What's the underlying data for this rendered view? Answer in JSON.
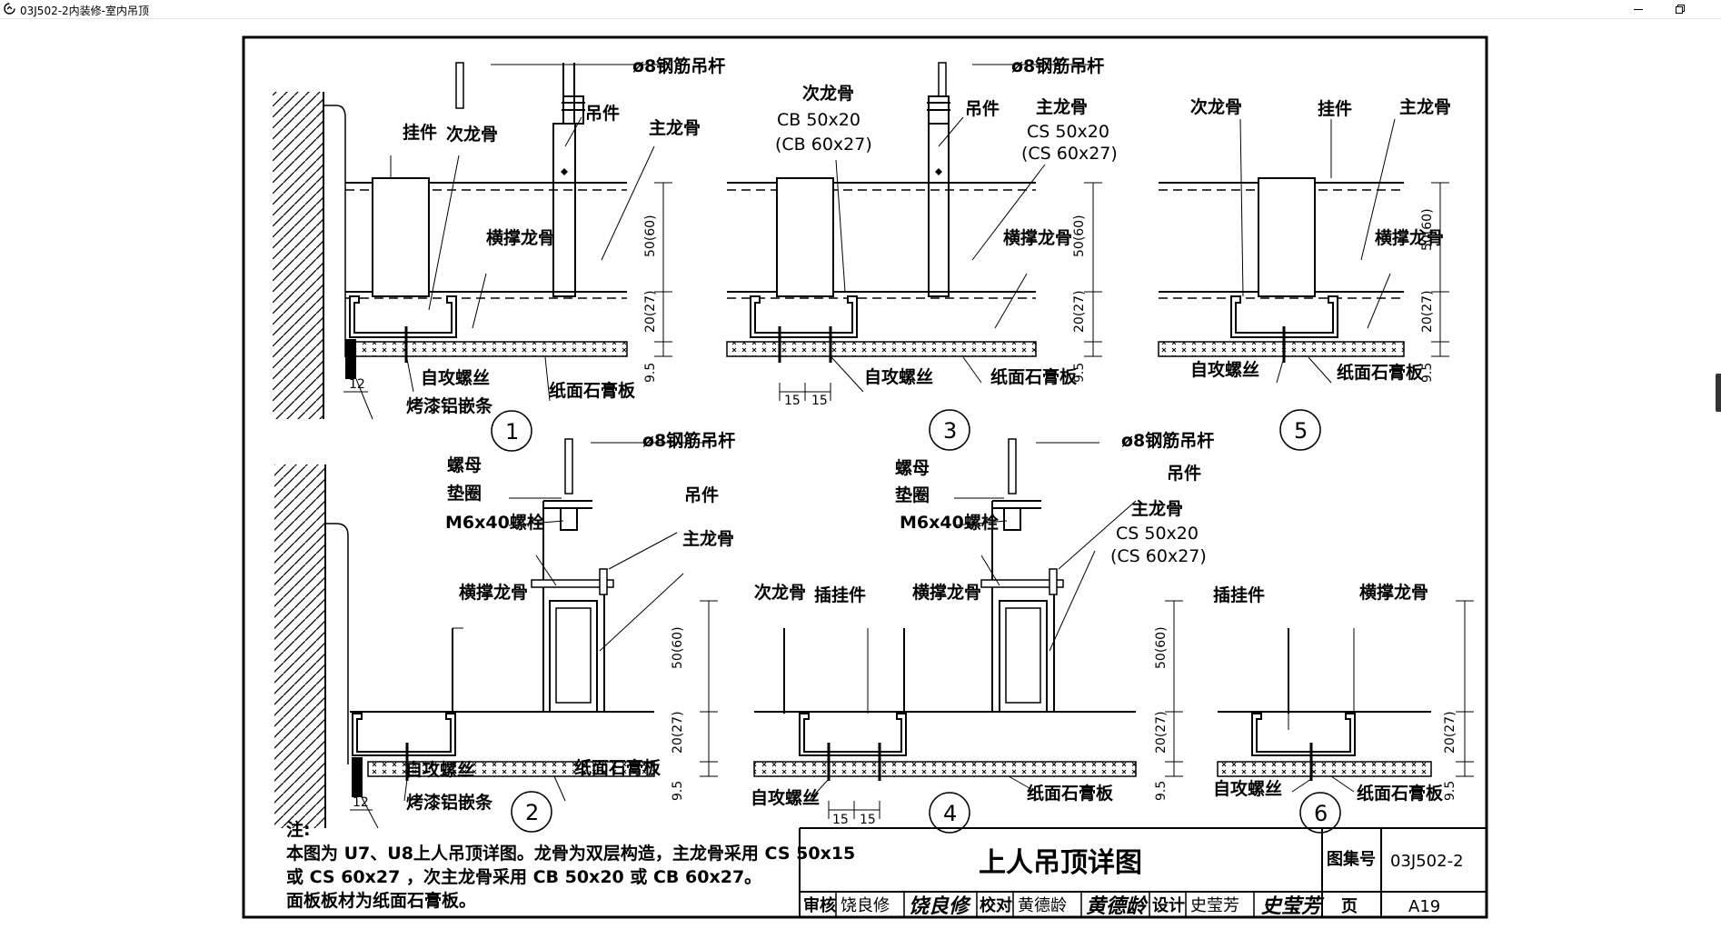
{
  "window": {
    "title": "03J502-2内装修-室内吊顶",
    "icon": "pdf-viewer-icon"
  },
  "labels": {
    "rod": "ø8钢筋吊杆",
    "hanger": "吊件",
    "main_keel": "主龙骨",
    "secondary_keel": "次龙骨",
    "clip": "挂件",
    "cross_keel": "横撑龙骨",
    "screw": "自攻螺丝",
    "board": "纸面石膏板",
    "trim": "烤漆铝嵌条",
    "nut": "螺母",
    "washer": "垫圈",
    "bolt": "M6x40螺栓",
    "insert_clip": "插挂件",
    "cb1": "CB 50x20",
    "cb2": "(CB 60x27)",
    "cs1": "CS 50x20",
    "cs2": "(CS 60x27)"
  },
  "dims": {
    "d50": "50(60)",
    "d20": "20(27)",
    "d95": "9.5",
    "d12": "12",
    "d15": "15"
  },
  "details": [
    "1",
    "2",
    "3",
    "4",
    "5",
    "6"
  ],
  "notes": {
    "heading": "注:",
    "lines": [
      "本图为 U7、U8上人吊顶详图。龙骨为双层构造，主龙骨采用 CS 50x15",
      "或 CS 60x27 ，次主龙骨采用 CB 50x20 或 CB 60x27。",
      "面板板材为纸面石膏板。"
    ]
  },
  "title_block": {
    "title": "上人吊顶详图",
    "atlas_label": "图集号",
    "atlas_no": "03J502-2",
    "page_label": "页",
    "page_no": "A19",
    "review_label": "审核",
    "reviewer": "饶良修",
    "check_label": "校对",
    "checker": "黄德龄",
    "design_label": "设计",
    "designer": "史莹芳",
    "reviewer_sig": "饶良修",
    "checker_sig": "黄德龄",
    "designer_sig": "史莹芳"
  }
}
